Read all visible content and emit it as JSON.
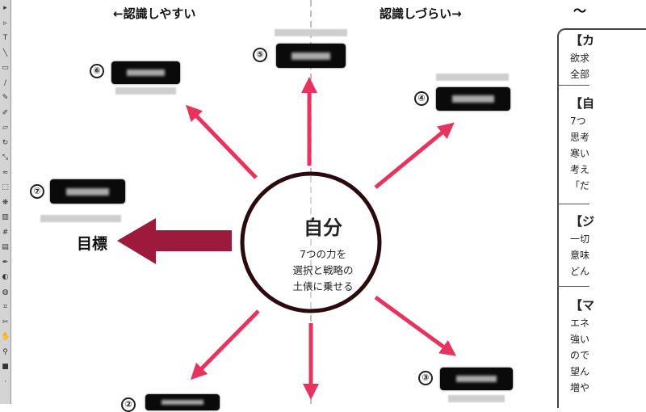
{
  "toolbar": {
    "tools": [
      "selection-tool",
      "direct-selection-tool",
      "type-tool",
      "line-tool",
      "rectangle-tool",
      "paintbrush-tool",
      "pencil-tool",
      "blob-brush-tool",
      "eraser-tool",
      "rotate-tool",
      "scale-tool",
      "warp-tool",
      "free-transform-tool",
      "symbol-sprayer-tool",
      "graph-tool",
      "mesh-tool",
      "gradient-tool",
      "eyedropper-tool",
      "blend-tool",
      "live-paint-tool",
      "crop-tool",
      "slice-tool",
      "scissors-tool",
      "hand-tool",
      "zoom-tool",
      "fill-stroke-swatch"
    ]
  },
  "diagram": {
    "left_heading": "←認識しやすい",
    "right_heading": "認識しづらい→",
    "center": {
      "title": "自分",
      "lines": [
        "7つの力を",
        "選択と戦略の",
        "土俵に乗せる"
      ]
    },
    "goal_label": "目標",
    "nodes": [
      {
        "number": "⑥"
      },
      {
        "number": "⑤"
      },
      {
        "number": "④"
      },
      {
        "number": "⑦"
      },
      {
        "number": "③"
      },
      {
        "number": "②"
      }
    ],
    "colors": {
      "arrow": "#e6345f",
      "goal_arrow": "#9e1a3c",
      "circle": "#2a0a0e"
    }
  },
  "panel": {
    "tilde": "～",
    "sections": [
      {
        "title": "【カ",
        "lines": [
          "欲求",
          "全部"
        ]
      },
      {
        "title": "【自",
        "lines": [
          "7つ",
          "思考",
          "寒い",
          "考え",
          "「だ"
        ]
      },
      {
        "title": "【ジ",
        "lines": [
          "一切",
          "意味",
          "どん"
        ]
      },
      {
        "title": "【マ",
        "lines": [
          "エネ",
          "強い",
          "ので",
          "望ん",
          "増や"
        ]
      }
    ]
  }
}
